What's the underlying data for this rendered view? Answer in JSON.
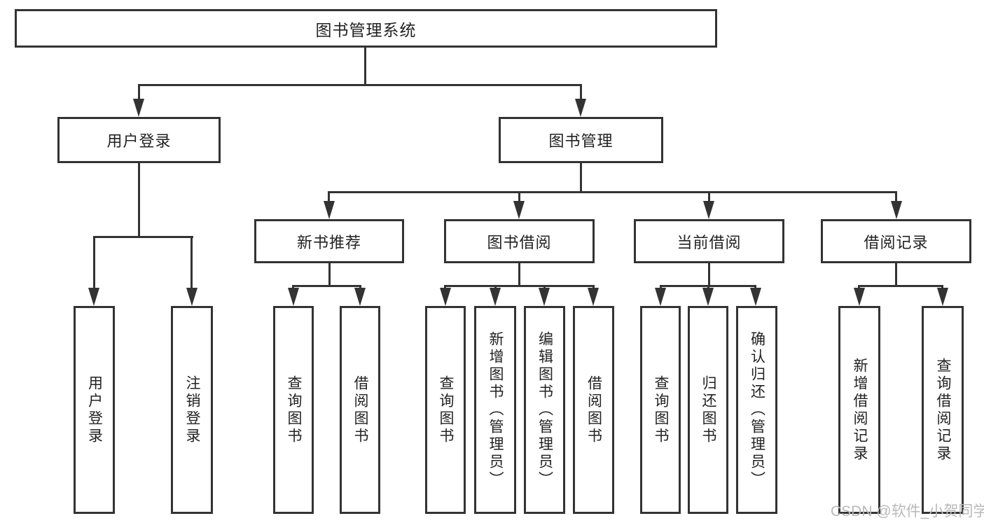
{
  "diagram": {
    "root": {
      "label": "图书管理系统"
    },
    "level2": {
      "user_login": {
        "label": "用户登录"
      },
      "book_management": {
        "label": "图书管理"
      }
    },
    "level3": {
      "new_book_recommend": {
        "label": "新书推荐"
      },
      "book_borrow": {
        "label": "图书借阅"
      },
      "current_borrow": {
        "label": "当前借阅"
      },
      "borrow_records": {
        "label": "借阅记录"
      }
    },
    "leaves": {
      "user_login_leaf": {
        "label": "用户登录"
      },
      "logout_leaf": {
        "label": "注销登录"
      },
      "query_books_1": {
        "label": "查询图书"
      },
      "borrow_books_1": {
        "label": "借阅图书"
      },
      "query_books_2": {
        "label": "查询图书"
      },
      "add_books_admin": {
        "label": "新增图书（管理员）"
      },
      "edit_books_admin": {
        "label": "编辑图书（管理员）"
      },
      "borrow_books_2": {
        "label": "借阅图书"
      },
      "query_books_3": {
        "label": "查询图书"
      },
      "return_books": {
        "label": "归还图书"
      },
      "confirm_return_admin": {
        "label": "确认归还（管理员）"
      },
      "add_borrow_record": {
        "label": "新增借阅记录"
      },
      "query_borrow_record": {
        "label": "查询借阅记录"
      }
    },
    "watermark": "CSDN @软件_小贺同学",
    "colors": {
      "line": "#333333",
      "text": "#222222",
      "watermark": "#b9b9b9",
      "background": "#ffffff"
    }
  }
}
